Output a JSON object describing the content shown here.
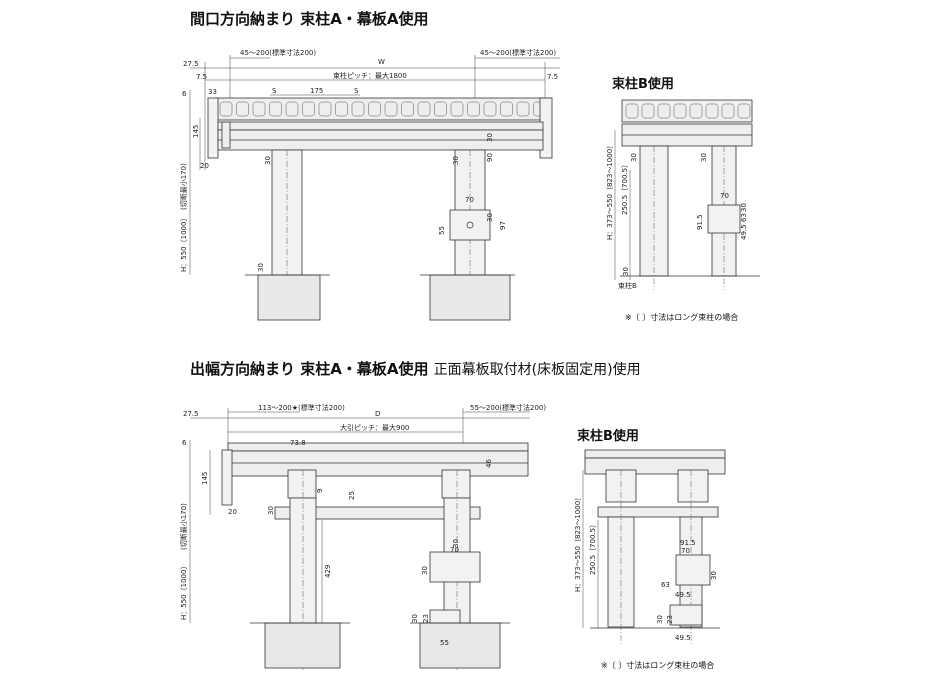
{
  "top": {
    "title": "間口方向納まり 束柱A・幕板A使用",
    "subtitle": "束柱B使用",
    "note": "※〔 〕寸法はロング束柱の場合",
    "dims": {
      "d27_5": "27.5",
      "left_range": "45～200(標準寸法200)",
      "w": "W",
      "right_range": "45～200(標準寸法200)",
      "d7_5_l": "7.5",
      "pitch": "束柱ピッチ：最大1800",
      "d7_5_r": "7.5",
      "d6": "6",
      "d33": "33",
      "s1": "S",
      "d175": "175",
      "s2": "S",
      "d145": "145",
      "d20": "20",
      "cut": "(切断最小170)",
      "height": "H：550〔1000〕",
      "d30a": "30",
      "d30b": "30",
      "d90": "90",
      "d30c": "30",
      "d70": "70",
      "d30d": "30",
      "d97": "97",
      "d55": "55",
      "d30e": "30",
      "b_height": "H：373～550〔823～1000〕",
      "b_2505": "250.5〔700.5〕",
      "b_30a": "30",
      "b_30b": "30",
      "b_70": "70",
      "b_30c": "30",
      "b_915": "91.5",
      "b_63": "63",
      "b_495": "49.5",
      "b_30d": "30",
      "label_b": "束柱B"
    }
  },
  "bottom": {
    "title": "出幅方向納まり 束柱A・幕板A使用",
    "title_sub": "正面幕板取付材(床板固定用)使用",
    "subtitle": "束柱B使用",
    "note": "※〔 〕寸法はロング束柱の場合",
    "dims": {
      "d27_5": "27.5",
      "left_range": "113～200★(標準寸法200)",
      "d": "D",
      "right_range": "55～200(標準寸法200)",
      "pitch": "大引ピッチ：最大900",
      "d6": "6",
      "d738": "73.8",
      "d46": "46",
      "d145": "145",
      "d9": "9",
      "d20": "20",
      "d25": "25",
      "d30a": "30",
      "cut": "(切断最小170)",
      "height": "H：550〔1000〕",
      "d429": "429",
      "d30b": "30",
      "d70": "70",
      "d30c": "30",
      "d30d": "30",
      "d23": "23",
      "d55": "55",
      "b_height": "H：373～550〔823～1000〕",
      "b_2505": "250.5〔700.5〕",
      "b_70": "70",
      "b_915": "91.5",
      "b_30a": "30",
      "b_63": "63",
      "b_495a": "49.5",
      "b_30b": "30",
      "b_23": "23",
      "b_495b": "49.5"
    }
  }
}
